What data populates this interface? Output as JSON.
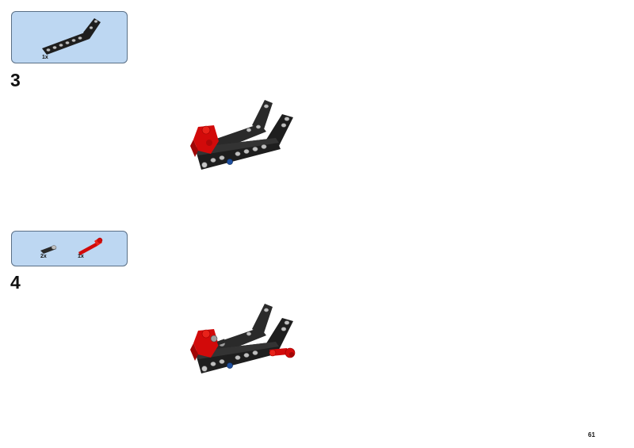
{
  "steps": [
    {
      "number": "3",
      "parts": [
        {
          "part": "black-bent-liftarm-icon",
          "qty": "1x"
        }
      ]
    },
    {
      "number": "4",
      "parts": [
        {
          "part": "black-short-pin-icon",
          "qty": "2x"
        },
        {
          "part": "red-long-axle-pin-icon",
          "qty": "1x"
        }
      ]
    }
  ],
  "page_number": "61",
  "colors": {
    "parts_box_fill": "#bdd7f2",
    "parts_box_border": "#5a6f86",
    "brick_black": "#1e1e1e",
    "brick_red": "#d20a0a",
    "pin_blue": "#1f4f9e",
    "hole_grey": "#bfbfbf"
  }
}
